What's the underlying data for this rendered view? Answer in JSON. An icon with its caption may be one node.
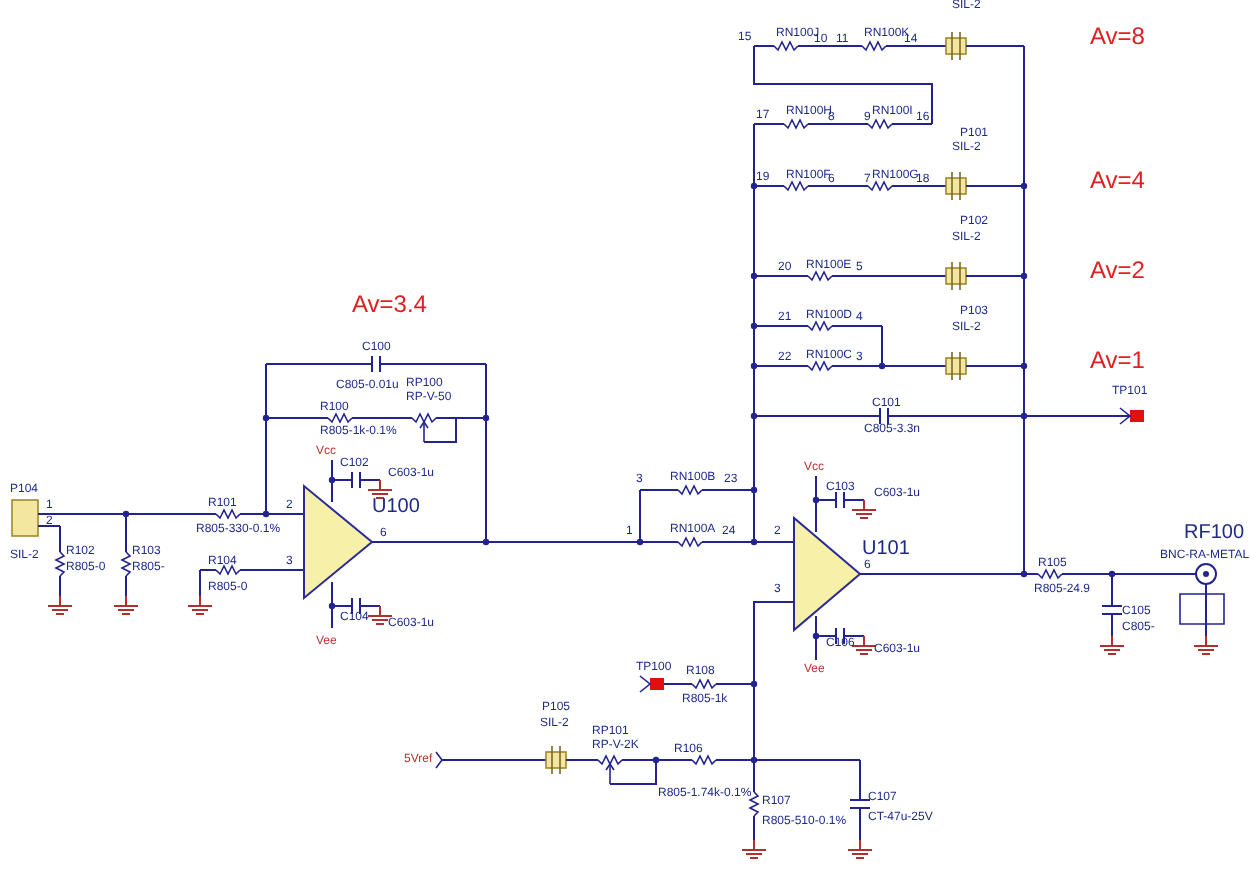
{
  "diagram": {
    "labels": [
      "SIL-2",
      "15",
      "RN100J",
      "10",
      "11",
      "RN100K",
      "14",
      "Av=8",
      "17",
      "RN100H",
      "8",
      "9",
      "RN100I",
      "16",
      "P101",
      "SIL-2",
      "19",
      "RN100F",
      "6",
      "7",
      "RN100G",
      "18",
      "Av=4",
      "P102",
      "SIL-2",
      "20",
      "RN100E",
      "5",
      "Av=2",
      "P103",
      "SIL-2",
      "21",
      "RN100D",
      "4",
      "22",
      "RN100C",
      "3",
      "Av=1",
      "Av=3.4",
      "C100",
      "C805-0.01u",
      "RP100",
      "RP-V-50",
      "R100",
      "R805-1k-0.1%",
      "C101",
      "C805-3.3n",
      "TP101",
      "Vcc",
      "C102",
      "C603-1u",
      "P104",
      "1",
      "2",
      "SIL-2",
      "R101",
      "R805-330-0.1%",
      "2",
      "U100",
      "6",
      "R102",
      "R805-0",
      "R103",
      "R805-",
      "R104",
      "R805-0",
      "3",
      "C104",
      "C603-1u",
      "Vee",
      "3",
      "RN100B",
      "23",
      "Vcc",
      "C103",
      "C603-1u",
      "1",
      "RN100A",
      "24",
      "2",
      "U101",
      "6",
      "RF100",
      "BNC-RA-METAL",
      "3",
      "R105",
      "R805-24.9",
      "C106",
      "C603-1u",
      "C105",
      "C805-",
      "TP100",
      "R108",
      "R805-1k",
      "Vee",
      "P105",
      "SIL-2",
      "RP101",
      "RP-V-2K",
      "5Vref",
      "R106",
      "R805-1.74k-0.1%",
      "R107",
      "R805-510-0.1%",
      "C107",
      "CT-47u-25V"
    ]
  }
}
